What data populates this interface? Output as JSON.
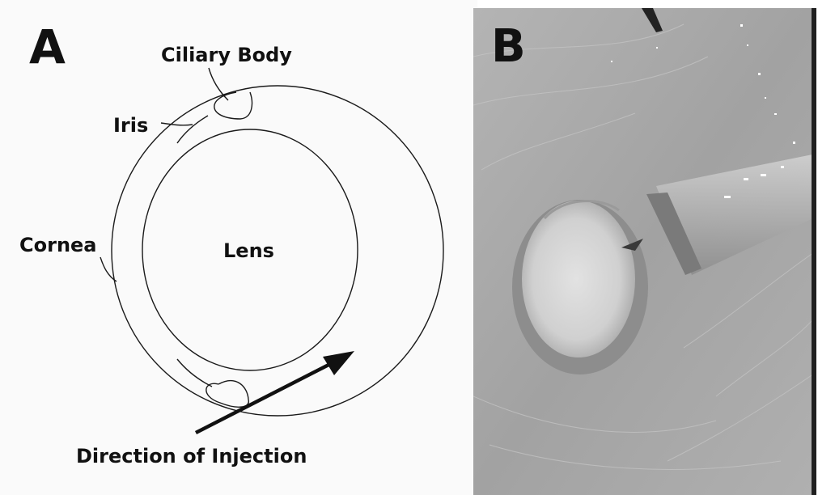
{
  "panel_a": {
    "letter": "A",
    "labels": {
      "ciliary_body": "Ciliary Body",
      "iris": "Iris",
      "cornea": "Cornea",
      "lens": "Lens",
      "direction": "Direction of Injection"
    }
  },
  "panel_b": {
    "letter": "B"
  }
}
